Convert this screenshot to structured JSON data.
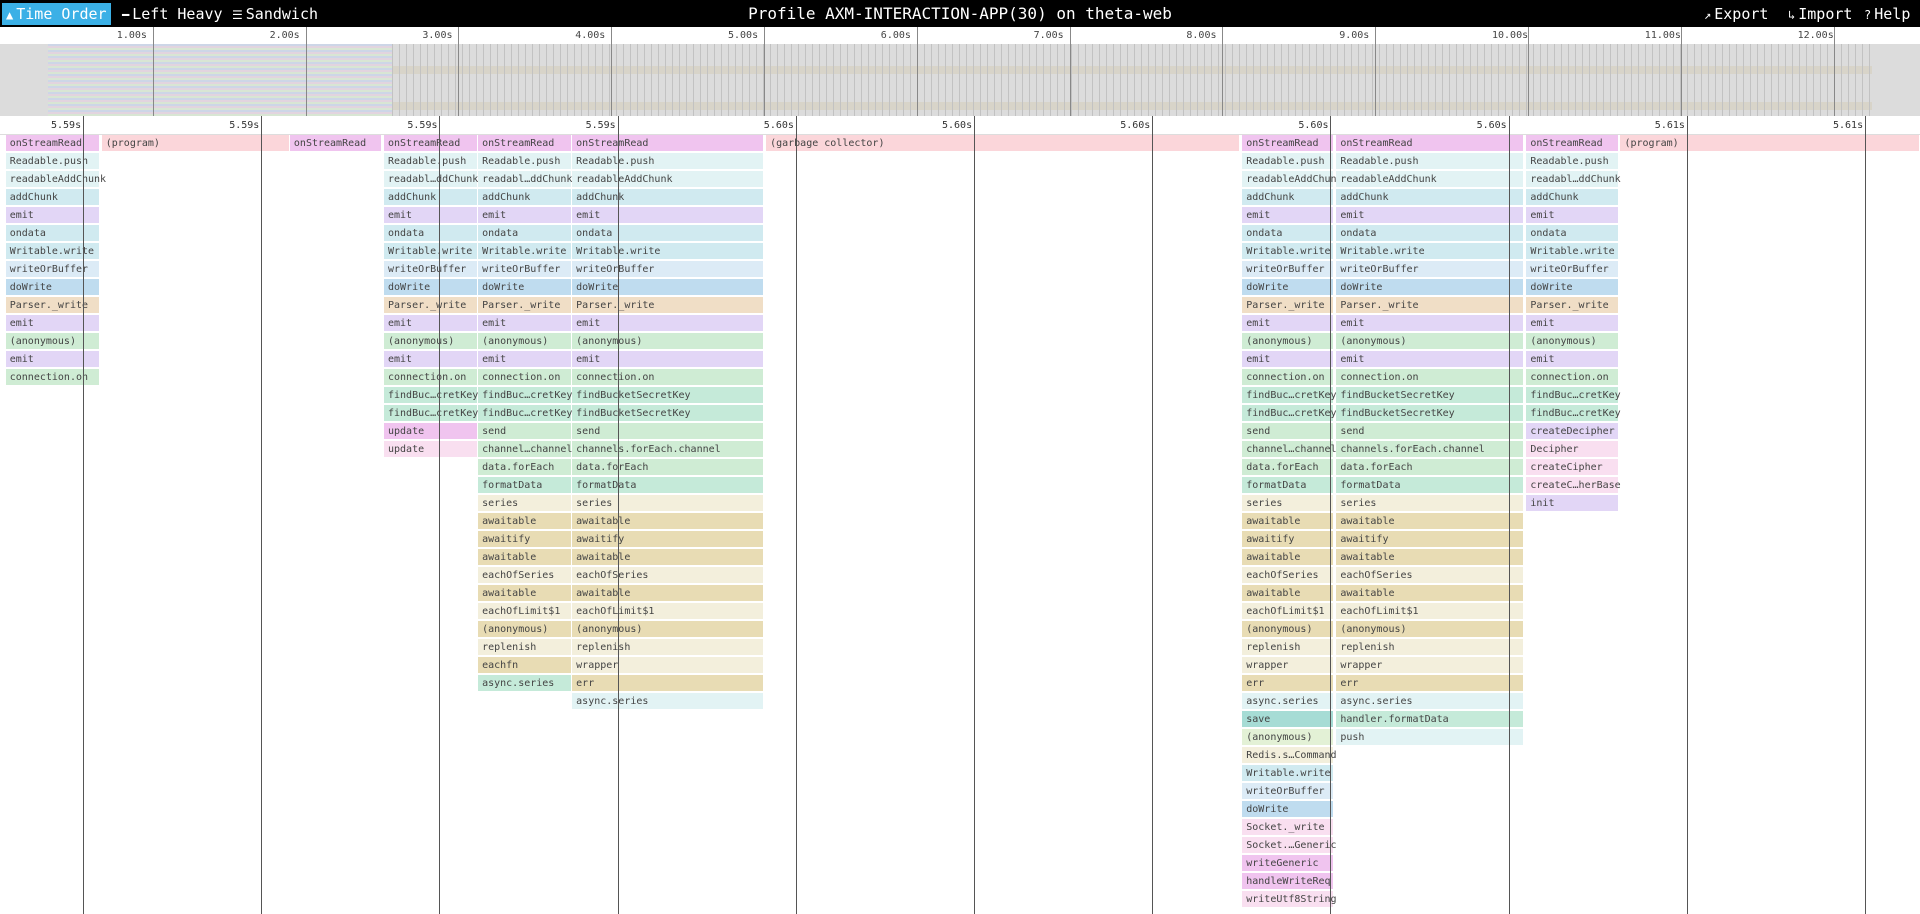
{
  "toolbar": {
    "time_order": "Time Order",
    "left_heavy": "Left Heavy",
    "sandwich": "Sandwich",
    "title": "Profile AXM-INTERACTION-APP(30) on theta-web",
    "export": "Export",
    "import": "Import",
    "help": "Help"
  },
  "icons": {
    "time_order": "chart-icon",
    "left_heavy": "left-heavy-icon",
    "sandwich": "sandwich-icon",
    "export": "export-icon",
    "import": "import-icon",
    "help": "help-icon"
  },
  "overview_ticks": [
    "1.00s",
    "2.00s",
    "3.00s",
    "4.00s",
    "5.00s",
    "6.00s",
    "7.00s",
    "8.00s",
    "9.00s",
    "10.00s",
    "11.00s",
    "12.00s"
  ],
  "flame_ticks": [
    "5.59s",
    "5.59s",
    "5.59s",
    "5.59s",
    "5.60s",
    "5.60s",
    "5.60s",
    "5.60s",
    "5.60s",
    "5.61s",
    "5.61s"
  ],
  "colors": {
    "pink": "#fbd6da",
    "magenta": "#f0c4ef",
    "lightcyan": "#e2f3f4",
    "cyan": "#d0eaf0",
    "lavender": "#e2d6f6",
    "blue": "#bfdcef",
    "tan": "#f0dec6",
    "green": "#cfecd4",
    "mint": "#c5ead9",
    "beige": "#f3efdc",
    "khaki": "#e8dcb4",
    "teal": "#a6dcd5",
    "lightgreen": "#e3f1d6",
    "paleblue": "#dcebf6",
    "lightpink": "#f9dff0"
  },
  "columns": [
    {
      "start": 0.003,
      "end": 0.052,
      "frames": [
        [
          "onStreamRead",
          "magenta"
        ],
        [
          "Readable.push",
          "lightcyan"
        ],
        [
          "readableAddChunk",
          "lightcyan"
        ],
        [
          "addChunk",
          "cyan"
        ],
        [
          "emit",
          "lavender"
        ],
        [
          "ondata",
          "cyan"
        ],
        [
          "Writable.write",
          "cyan"
        ],
        [
          "writeOrBuffer",
          "paleblue"
        ],
        [
          "doWrite",
          "blue"
        ],
        [
          "Parser._write",
          "tan"
        ],
        [
          "emit",
          "lavender"
        ],
        [
          "(anonymous)",
          "green"
        ],
        [
          "emit",
          "lavender"
        ],
        [
          "connection.on",
          "green"
        ]
      ]
    },
    {
      "start": 0.053,
      "end": 0.151,
      "frames": [
        [
          "(program)",
          "pink"
        ]
      ]
    },
    {
      "start": 0.151,
      "end": 0.199,
      "frames": [
        [
          "onStreamRead",
          "magenta"
        ]
      ]
    },
    {
      "start": 0.2,
      "end": 0.249,
      "frames": [
        [
          "onStreamRead",
          "magenta"
        ],
        [
          "Readable.push",
          "lightcyan"
        ],
        [
          "readabl…ddChunk",
          "lightcyan"
        ],
        [
          "addChunk",
          "cyan"
        ],
        [
          "emit",
          "lavender"
        ],
        [
          "ondata",
          "cyan"
        ],
        [
          "Writable.write",
          "cyan"
        ],
        [
          "writeOrBuffer",
          "paleblue"
        ],
        [
          "doWrite",
          "blue"
        ],
        [
          "Parser._write",
          "tan"
        ],
        [
          "emit",
          "lavender"
        ],
        [
          "(anonymous)",
          "green"
        ],
        [
          "emit",
          "lavender"
        ],
        [
          "connection.on",
          "green"
        ],
        [
          "findBuc…cretKey",
          "mint"
        ],
        [
          "findBuc…cretKey",
          "mint"
        ],
        [
          "update",
          "magenta"
        ],
        [
          "update",
          "lightpink"
        ]
      ]
    },
    {
      "start": 0.249,
      "end": 0.298,
      "frames": [
        [
          "onStreamRead",
          "magenta"
        ],
        [
          "Readable.push",
          "lightcyan"
        ],
        [
          "readabl…ddChunk",
          "lightcyan"
        ],
        [
          "addChunk",
          "cyan"
        ],
        [
          "emit",
          "lavender"
        ],
        [
          "ondata",
          "cyan"
        ],
        [
          "Writable.write",
          "cyan"
        ],
        [
          "writeOrBuffer",
          "paleblue"
        ],
        [
          "doWrite",
          "blue"
        ],
        [
          "Parser._write",
          "tan"
        ],
        [
          "emit",
          "lavender"
        ],
        [
          "(anonymous)",
          "green"
        ],
        [
          "emit",
          "lavender"
        ],
        [
          "connection.on",
          "green"
        ],
        [
          "findBuc…cretKey",
          "mint"
        ],
        [
          "findBuc…cretKey",
          "mint"
        ],
        [
          "send",
          "green"
        ],
        [
          "channel…channel",
          "green"
        ],
        [
          "data.forEach",
          "green"
        ],
        [
          "formatData",
          "mint"
        ],
        [
          "series",
          "beige"
        ],
        [
          "awaitable",
          "khaki"
        ],
        [
          "awaitify",
          "khaki"
        ],
        [
          "awaitable",
          "khaki"
        ],
        [
          "eachOfSeries",
          "beige"
        ],
        [
          "awaitable",
          "khaki"
        ],
        [
          "eachOfLimit$1",
          "beige"
        ],
        [
          "(anonymous)",
          "khaki"
        ],
        [
          "replenish",
          "beige"
        ],
        [
          "eachfn",
          "khaki"
        ],
        [
          "async.series",
          "mint"
        ]
      ]
    },
    {
      "start": 0.298,
      "end": 0.398,
      "frames": [
        [
          "onStreamRead",
          "magenta"
        ],
        [
          "Readable.push",
          "lightcyan"
        ],
        [
          "readableAddChunk",
          "lightcyan"
        ],
        [
          "addChunk",
          "cyan"
        ],
        [
          "emit",
          "lavender"
        ],
        [
          "ondata",
          "cyan"
        ],
        [
          "Writable.write",
          "cyan"
        ],
        [
          "writeOrBuffer",
          "paleblue"
        ],
        [
          "doWrite",
          "blue"
        ],
        [
          "Parser._write",
          "tan"
        ],
        [
          "emit",
          "lavender"
        ],
        [
          "(anonymous)",
          "green"
        ],
        [
          "emit",
          "lavender"
        ],
        [
          "connection.on",
          "green"
        ],
        [
          "findBucketSecretKey",
          "mint"
        ],
        [
          "findBucketSecretKey",
          "mint"
        ],
        [
          "send",
          "green"
        ],
        [
          "channels.forEach.channel",
          "green"
        ],
        [
          "data.forEach",
          "green"
        ],
        [
          "formatData",
          "mint"
        ],
        [
          "series",
          "beige"
        ],
        [
          "awaitable",
          "khaki"
        ],
        [
          "awaitify",
          "khaki"
        ],
        [
          "awaitable",
          "khaki"
        ],
        [
          "eachOfSeries",
          "beige"
        ],
        [
          "awaitable",
          "khaki"
        ],
        [
          "eachOfLimit$1",
          "beige"
        ],
        [
          "(anonymous)",
          "khaki"
        ],
        [
          "replenish",
          "beige"
        ],
        [
          "wrapper",
          "beige"
        ],
        [
          "err",
          "khaki"
        ],
        [
          "async.series",
          "lightcyan"
        ]
      ]
    },
    {
      "start": 0.399,
      "end": 0.646,
      "frames": [
        [
          "(garbage collector)",
          "pink"
        ]
      ]
    },
    {
      "start": 0.647,
      "end": 0.695,
      "frames": [
        [
          "onStreamRead",
          "magenta"
        ],
        [
          "Readable.push",
          "lightcyan"
        ],
        [
          "readableAddChunk",
          "lightcyan"
        ],
        [
          "addChunk",
          "cyan"
        ],
        [
          "emit",
          "lavender"
        ],
        [
          "ondata",
          "cyan"
        ],
        [
          "Writable.write",
          "cyan"
        ],
        [
          "writeOrBuffer",
          "paleblue"
        ],
        [
          "doWrite",
          "blue"
        ],
        [
          "Parser._write",
          "tan"
        ],
        [
          "emit",
          "lavender"
        ],
        [
          "(anonymous)",
          "green"
        ],
        [
          "emit",
          "lavender"
        ],
        [
          "connection.on",
          "green"
        ],
        [
          "findBuc…cretKey",
          "mint"
        ],
        [
          "findBuc…cretKey",
          "mint"
        ],
        [
          "send",
          "green"
        ],
        [
          "channel…channel",
          "green"
        ],
        [
          "data.forEach",
          "green"
        ],
        [
          "formatData",
          "mint"
        ],
        [
          "series",
          "beige"
        ],
        [
          "awaitable",
          "khaki"
        ],
        [
          "awaitify",
          "khaki"
        ],
        [
          "awaitable",
          "khaki"
        ],
        [
          "eachOfSeries",
          "beige"
        ],
        [
          "awaitable",
          "khaki"
        ],
        [
          "eachOfLimit$1",
          "beige"
        ],
        [
          "(anonymous)",
          "khaki"
        ],
        [
          "replenish",
          "beige"
        ],
        [
          "wrapper",
          "beige"
        ],
        [
          "err",
          "khaki"
        ],
        [
          "async.series",
          "lightcyan"
        ],
        [
          "save",
          "teal"
        ],
        [
          "(anonymous)",
          "lightgreen"
        ],
        [
          "Redis.s…Command",
          "beige"
        ],
        [
          "Writable.write",
          "cyan"
        ],
        [
          "writeOrBuffer",
          "paleblue"
        ],
        [
          "doWrite",
          "blue"
        ],
        [
          "Socket._write",
          "lightpink"
        ],
        [
          "Socket.…Generic",
          "lightpink"
        ],
        [
          "writeGeneric",
          "magenta"
        ],
        [
          "handleWriteReq",
          "magenta"
        ],
        [
          "writeUtf8String",
          "lightpink"
        ]
      ]
    },
    {
      "start": 0.696,
      "end": 0.794,
      "frames": [
        [
          "onStreamRead",
          "magenta"
        ],
        [
          "Readable.push",
          "lightcyan"
        ],
        [
          "readableAddChunk",
          "lightcyan"
        ],
        [
          "addChunk",
          "cyan"
        ],
        [
          "emit",
          "lavender"
        ],
        [
          "ondata",
          "cyan"
        ],
        [
          "Writable.write",
          "cyan"
        ],
        [
          "writeOrBuffer",
          "paleblue"
        ],
        [
          "doWrite",
          "blue"
        ],
        [
          "Parser._write",
          "tan"
        ],
        [
          "emit",
          "lavender"
        ],
        [
          "(anonymous)",
          "green"
        ],
        [
          "emit",
          "lavender"
        ],
        [
          "connection.on",
          "green"
        ],
        [
          "findBucketSecretKey",
          "mint"
        ],
        [
          "findBucketSecretKey",
          "mint"
        ],
        [
          "send",
          "green"
        ],
        [
          "channels.forEach.channel",
          "green"
        ],
        [
          "data.forEach",
          "green"
        ],
        [
          "formatData",
          "mint"
        ],
        [
          "series",
          "beige"
        ],
        [
          "awaitable",
          "khaki"
        ],
        [
          "awaitify",
          "khaki"
        ],
        [
          "awaitable",
          "khaki"
        ],
        [
          "eachOfSeries",
          "beige"
        ],
        [
          "awaitable",
          "khaki"
        ],
        [
          "eachOfLimit$1",
          "beige"
        ],
        [
          "(anonymous)",
          "khaki"
        ],
        [
          "replenish",
          "beige"
        ],
        [
          "wrapper",
          "beige"
        ],
        [
          "err",
          "khaki"
        ],
        [
          "async.series",
          "lightcyan"
        ],
        [
          "handler.formatData",
          "mint"
        ],
        [
          "push",
          "lightcyan"
        ]
      ]
    },
    {
      "start": 0.795,
      "end": 0.843,
      "frames": [
        [
          "onStreamRead",
          "magenta"
        ],
        [
          "Readable.push",
          "lightcyan"
        ],
        [
          "readabl…ddChunk",
          "lightcyan"
        ],
        [
          "addChunk",
          "cyan"
        ],
        [
          "emit",
          "lavender"
        ],
        [
          "ondata",
          "cyan"
        ],
        [
          "Writable.write",
          "cyan"
        ],
        [
          "writeOrBuffer",
          "paleblue"
        ],
        [
          "doWrite",
          "blue"
        ],
        [
          "Parser._write",
          "tan"
        ],
        [
          "emit",
          "lavender"
        ],
        [
          "(anonymous)",
          "green"
        ],
        [
          "emit",
          "lavender"
        ],
        [
          "connection.on",
          "green"
        ],
        [
          "findBuc…cretKey",
          "mint"
        ],
        [
          "findBuc…cretKey",
          "mint"
        ],
        [
          "createDecipher",
          "lavender"
        ],
        [
          "Decipher",
          "lightpink"
        ],
        [
          "createCipher",
          "lightpink"
        ],
        [
          "createC…herBase",
          "lightpink"
        ],
        [
          "init",
          "lavender"
        ]
      ]
    },
    {
      "start": 0.844,
      "end": 1.0,
      "frames": [
        [
          "(program)",
          "pink"
        ]
      ]
    }
  ]
}
